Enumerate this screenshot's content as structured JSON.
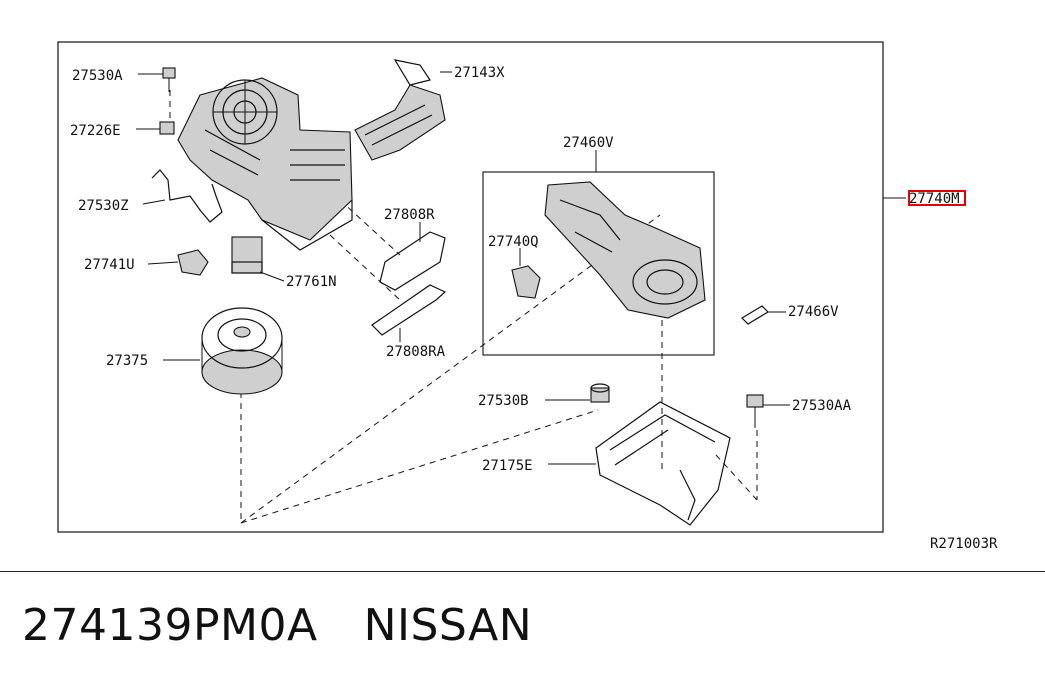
{
  "diagram": {
    "callouts": {
      "c27530A": "27530A",
      "c27226E": "27226E",
      "c27530Z": "27530Z",
      "c27741U": "27741U",
      "c27375": "27375",
      "c27761N": "27761N",
      "c27143X": "27143X",
      "c27808R": "27808R",
      "c27808RA": "27808RA",
      "c27460V": "27460V",
      "c27740Q": "27740Q",
      "c27466V": "27466V",
      "c27530B": "27530B",
      "c27530AA": "27530AA",
      "c27175E": "27175E",
      "c27740M": "27740M"
    },
    "highlight_color": "#e00000",
    "reference_code": "R271003R"
  },
  "footer": {
    "part_number": "274139PM0A",
    "brand": "NISSAN"
  }
}
